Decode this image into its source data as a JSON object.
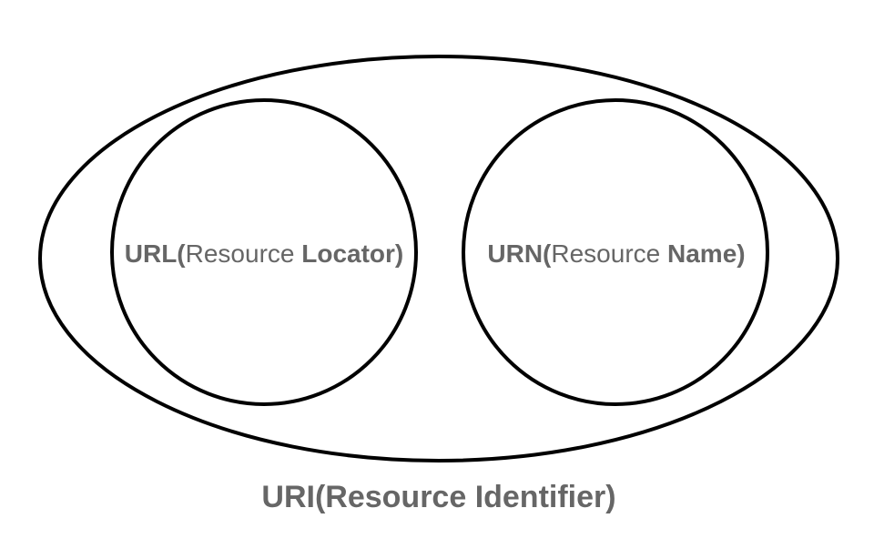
{
  "colors": {
    "background": "#ffffff",
    "line": "#000000",
    "text": "#666666"
  },
  "diagram": {
    "caption": "URI(Resource Identifier)",
    "sets": [
      {
        "bold_start": "URL(",
        "regular": "Resource ",
        "bold_end": "Locator)"
      },
      {
        "bold_start": "URN(",
        "regular": "Resource ",
        "bold_end": "Name)"
      }
    ]
  }
}
